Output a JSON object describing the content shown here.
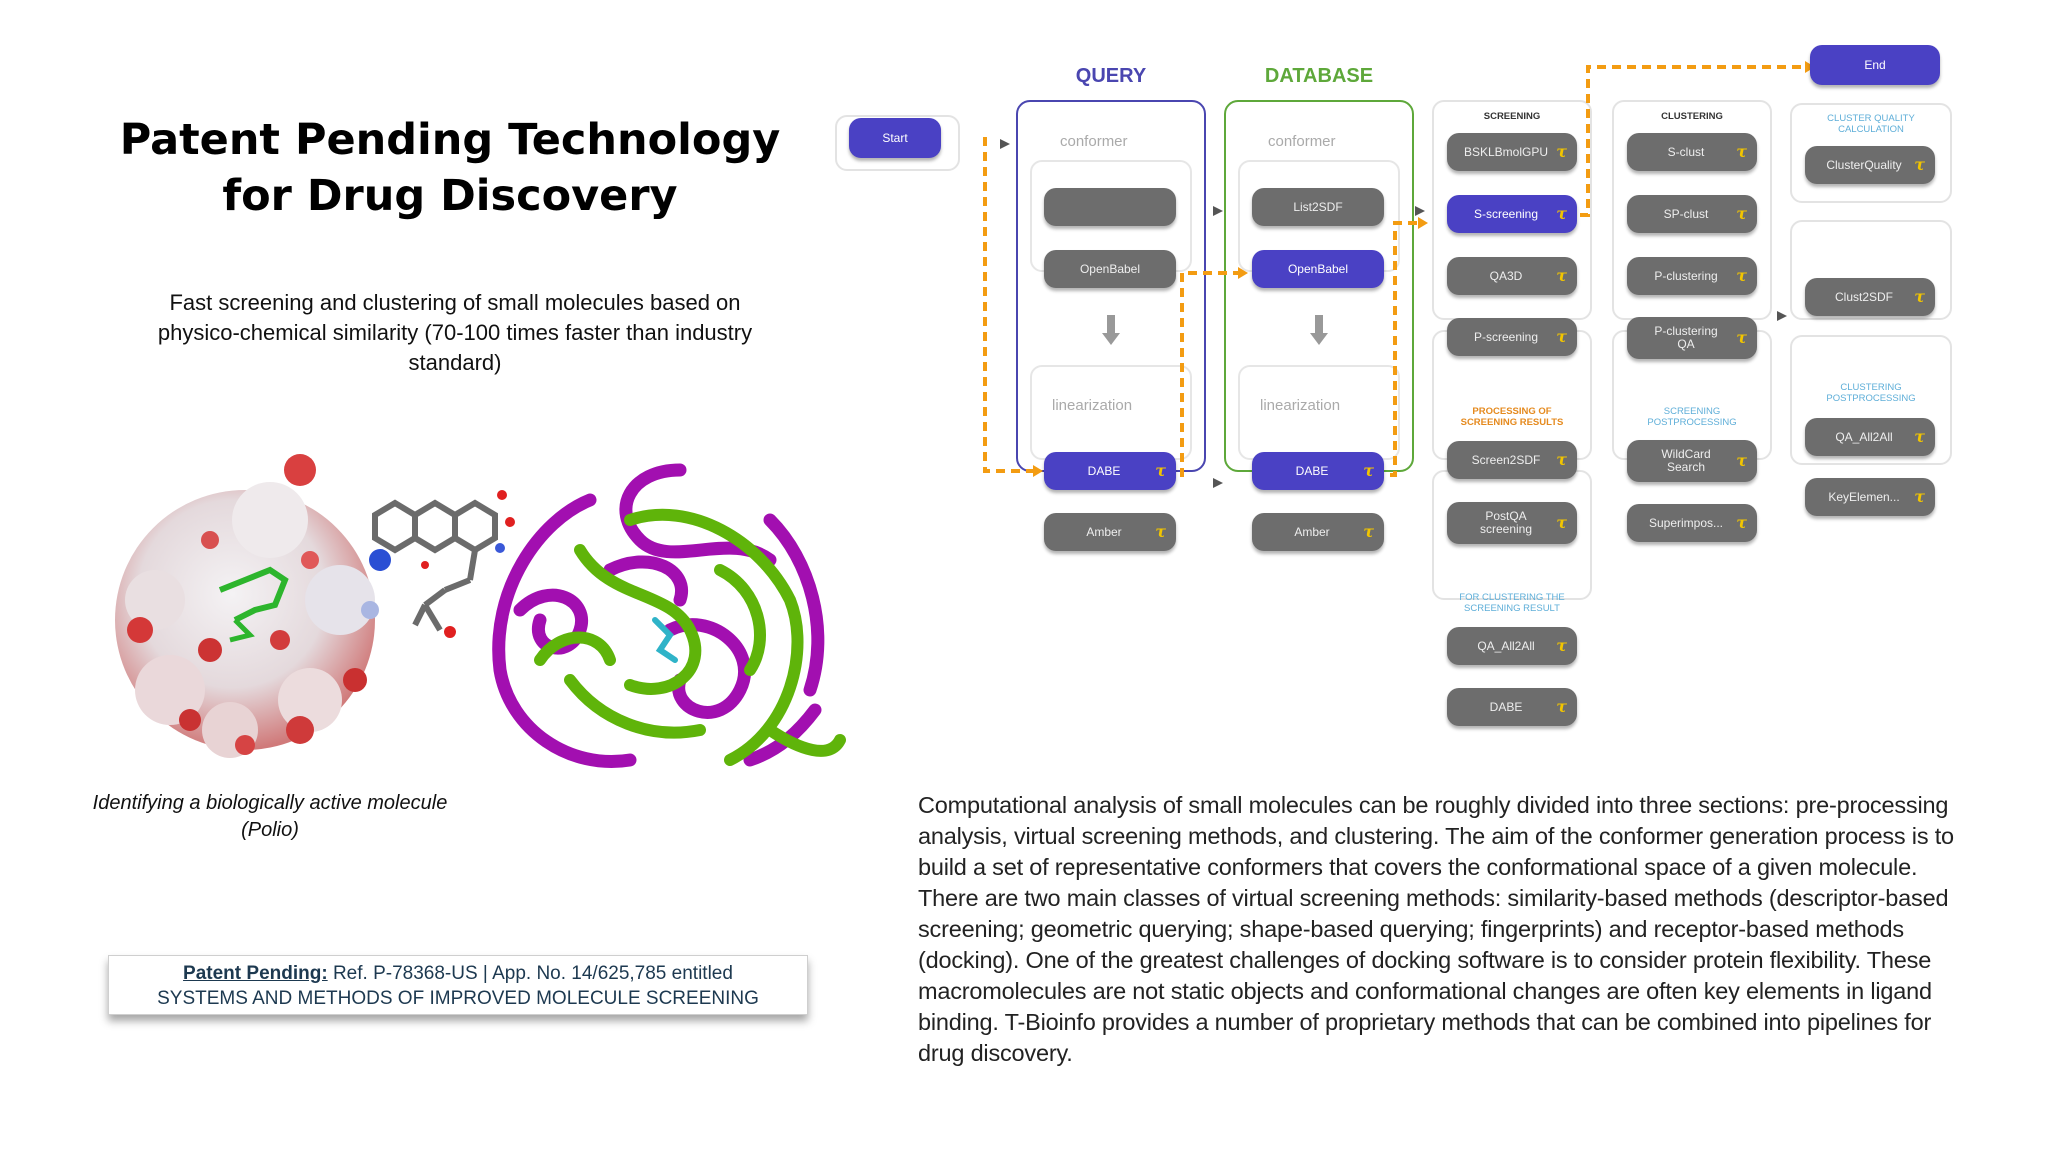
{
  "title_line1": "Patent Pending Technology",
  "title_line2": "for Drug Discovery",
  "subtitle": "Fast screening and clustering of small molecules based on physico-chemical similarity (70-100 times faster than industry standard)",
  "caption_line1": "Identifying a biologically active molecule",
  "caption_line2": "(Polio)",
  "patent": {
    "label": "Patent Pending:",
    "ref": " Ref. P-78368-US | App. No. 14/625,785 entitled",
    "system_title": "SYSTEMS AND METHODS OF IMPROVED MOLECULE SCREENING"
  },
  "description": "Computational analysis of small molecules can be roughly divided into three sections: pre-processing analysis, virtual screening methods, and clustering. The aim of the conformer generation process is to build a set of representative conformers that covers the conformational space of a given molecule. There are two main classes of virtual screening methods: similarity-based methods (descriptor-based screening; geometric querying; shape-based querying; fingerprints) and receptor-based methods (docking). One of the greatest challenges of docking software is to consider protein flexibility. These macromolecules are not static objects and conformational changes are often key elements in ligand binding. T-Bioinfo provides a number of proprietary methods that can be combined into pipelines for drug discovery.",
  "diagram": {
    "start": "Start",
    "end": "End",
    "tau_symbol": "τ",
    "query": {
      "header": "QUERY",
      "conformer": "conformer",
      "linearization": "linearization",
      "node_blank": "",
      "openbabel": "OpenBabel",
      "dabe": "DABE",
      "amber": "Amber"
    },
    "database": {
      "header": "DATABASE",
      "conformer": "conformer",
      "linearization": "linearization",
      "list2sdf": "List2SDF",
      "openbabel": "OpenBabel",
      "dabe": "DABE",
      "amber": "Amber"
    },
    "screening": {
      "header": "SCREENING",
      "nodes": [
        "BSKLBmolGPU",
        "S-screening",
        "QA3D",
        "P-screening"
      ]
    },
    "processing": {
      "header_line1": "PROCESSING OF",
      "header_line2": "SCREENING RESULTS",
      "nodes": [
        "Screen2SDF",
        "PostQA screening"
      ]
    },
    "for_clustering": {
      "header_line1": "FOR CLUSTERING THE",
      "header_line2": "SCREENING RESULT",
      "nodes": [
        "QA_All2All",
        "DABE"
      ]
    },
    "clustering": {
      "header": "CLUSTERING",
      "nodes": [
        "S-clust",
        "SP-clust",
        "P-clustering",
        "P-clustering QA"
      ]
    },
    "screening_post": {
      "header_line1": "SCREENING",
      "header_line2": "POSTPROCESSING",
      "nodes": [
        "WildCard Search",
        "Superimpos..."
      ]
    },
    "cluster_quality": {
      "header_line1": "CLUSTER QUALITY",
      "header_line2": "CALCULATION",
      "nodes": [
        "ClusterQuality"
      ]
    },
    "clust2sdf": {
      "nodes": [
        "Clust2SDF"
      ]
    },
    "clustering_post": {
      "header_line1": "CLUSTERING",
      "header_line2": "POSTPROCESSING",
      "nodes": [
        "QA_All2All",
        "KeyElemen..."
      ]
    }
  },
  "colors": {
    "purple": "#4a41c4",
    "query_border": "#4a46b0",
    "database_border": "#5ea83a",
    "flow_orange": "#f39c12",
    "node_gray": "#6d6d6d",
    "tau_yellow": "#f2c500"
  }
}
